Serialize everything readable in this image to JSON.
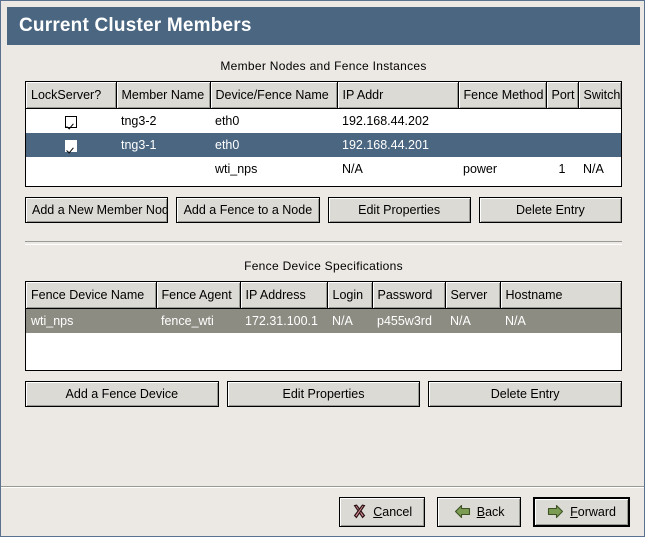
{
  "window": {
    "title": "Current Cluster Members",
    "colors": {
      "titlebar_bg": "#4a6680",
      "window_bg": "#ece9e4",
      "selection_focus": "#4a6680",
      "selection_nofocus": "#8d8c82",
      "button_face": "#dcdad5",
      "arrow_green": "#6c8f48"
    }
  },
  "member_section": {
    "label": "Member Nodes and Fence Instances",
    "columns": [
      "LockServer?",
      "Member Name",
      "Device/Fence Name",
      "IP Addr",
      "Fence Method",
      "Port",
      "Switch"
    ],
    "rows": [
      {
        "lockserver": true,
        "member_name": "tng3-2",
        "device_fence_name": "eth0",
        "ip_addr": "192.168.44.202",
        "fence_method": "",
        "port": "",
        "switch": "",
        "state": "normal"
      },
      {
        "lockserver": true,
        "member_name": "tng3-1",
        "device_fence_name": "eth0",
        "ip_addr": "192.168.44.201",
        "fence_method": "",
        "port": "",
        "switch": "",
        "state": "selected"
      },
      {
        "lockserver": false,
        "member_name": "",
        "device_fence_name": "wti_nps",
        "ip_addr": "N/A",
        "fence_method": "power",
        "port": "1",
        "switch": "N/A",
        "state": "normal"
      }
    ],
    "buttons": [
      "Add a New Member Node",
      "Add a Fence to a Node",
      "Edit Properties",
      "Delete Entry"
    ]
  },
  "fence_section": {
    "label": "Fence Device Specifications",
    "columns": [
      "Fence Device Name",
      "Fence Agent",
      "IP Address",
      "Login",
      "Password",
      "Server",
      "Hostname"
    ],
    "rows": [
      {
        "fence_device_name": "wti_nps",
        "fence_agent": "fence_wti",
        "ip_address": "172.31.100.1",
        "login": "N/A",
        "password": "p455w3rd",
        "server": "N/A",
        "hostname": "N/A",
        "state": "selected-nofocus"
      }
    ],
    "buttons": [
      "Add a Fence Device",
      "Edit Properties",
      "Delete Entry"
    ]
  },
  "navigation": {
    "cancel": {
      "label_pre": "",
      "mnemonic": "C",
      "label_post": "ancel",
      "icon": "cancel-x-icon"
    },
    "back": {
      "label_pre": "",
      "mnemonic": "B",
      "label_post": "ack",
      "icon": "arrow-left-icon"
    },
    "forward": {
      "label_pre": "",
      "mnemonic": "F",
      "label_post": "orward",
      "icon": "arrow-right-icon"
    }
  }
}
